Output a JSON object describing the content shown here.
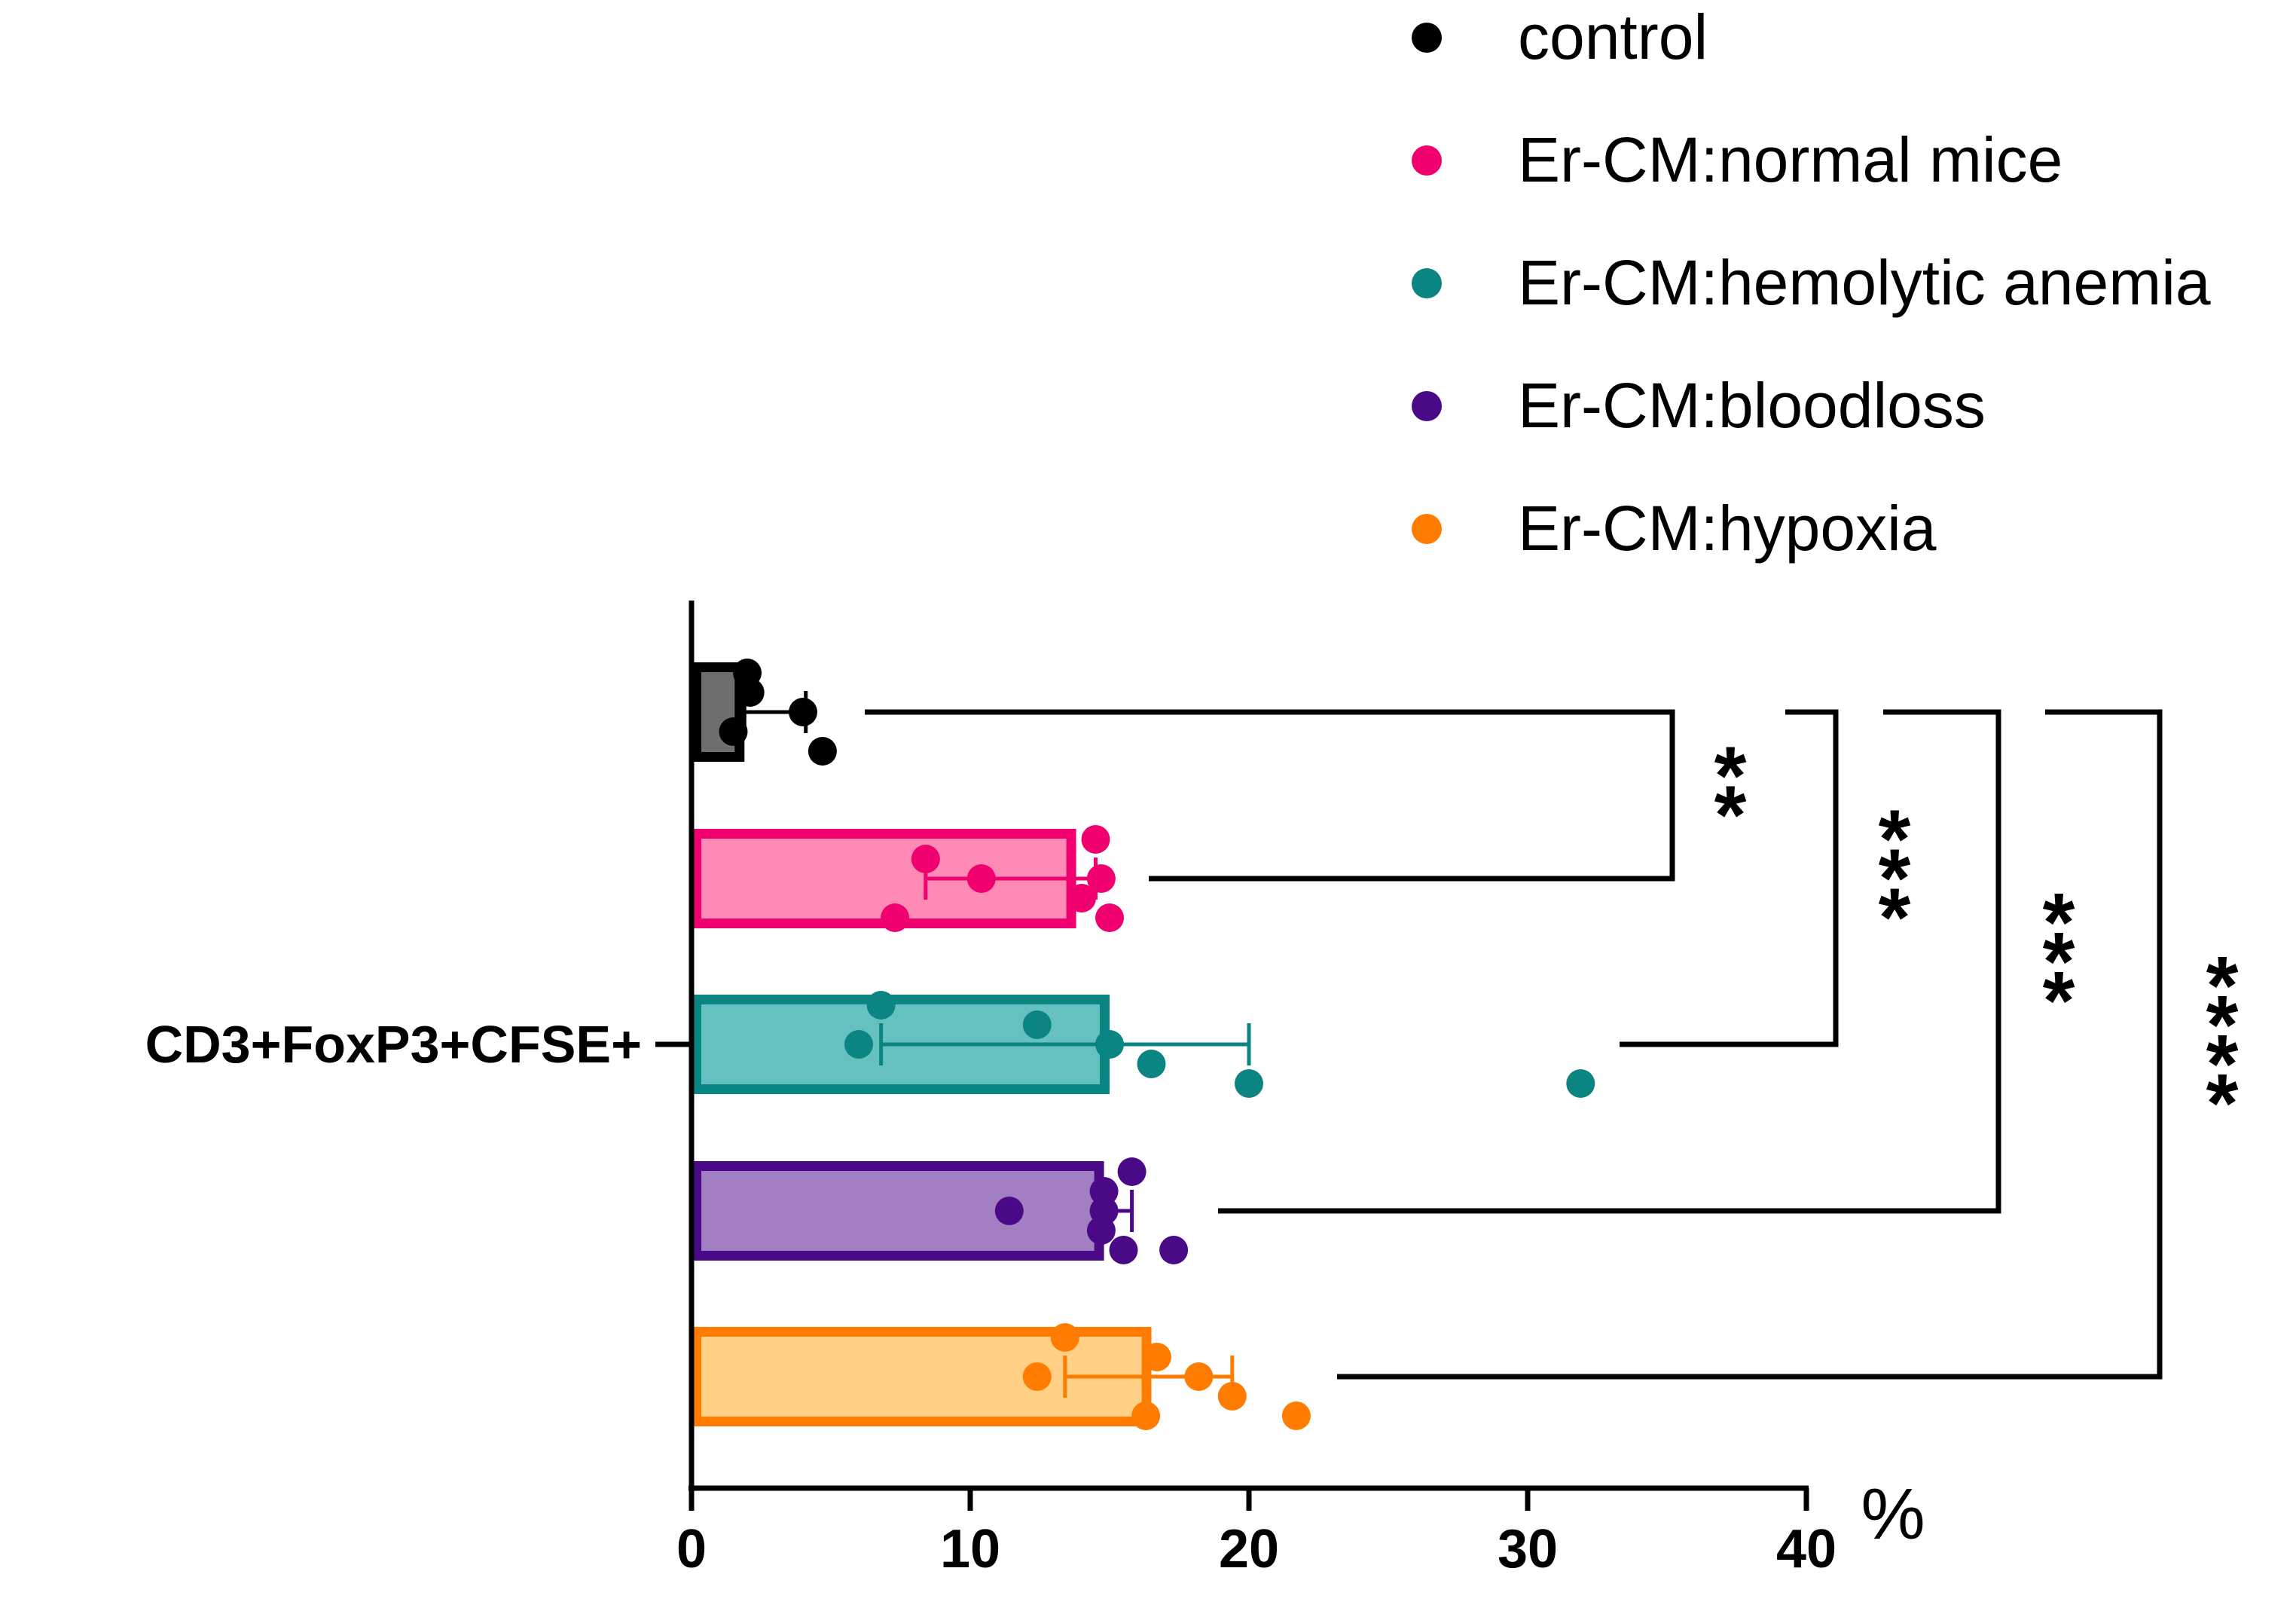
{
  "chart_data": {
    "type": "bar",
    "orientation": "horizontal",
    "category": "CD3+FoxP3+CFSE+",
    "unit_label": "%",
    "xlim": [
      0,
      40
    ],
    "x_ticks": [
      0,
      10,
      20,
      30,
      40
    ],
    "grid": false,
    "legend_position": "top-right",
    "series": [
      {
        "name": "control",
        "color": "#000000",
        "fill": "#6e6e6e",
        "mean": 1.9,
        "error": [
          1.9,
          4.1
        ],
        "points": [
          2.0,
          2.1,
          4.0,
          1.5,
          4.7
        ]
      },
      {
        "name": "Er-CM:normal mice",
        "color": "#f1006f",
        "fill": "#ff8ab5",
        "mean": 13.8,
        "error": [
          8.4,
          14.5
        ],
        "points": [
          14.5,
          8.4,
          10.4,
          14.0,
          7.3,
          14.7,
          15.0
        ]
      },
      {
        "name": "Er-CM:hemolytic anemia",
        "color": "#0a8582",
        "fill": "#64c1c0",
        "mean": 15.0,
        "error": [
          6.8,
          20.0
        ],
        "points": [
          6.8,
          12.4,
          15.0,
          16.5,
          20.0,
          6.0,
          31.9
        ]
      },
      {
        "name": "Er-CM:bloodloss",
        "color": "#4a0a88",
        "fill": "#a27fc3",
        "mean": 14.8,
        "error": [
          14.8,
          15.8
        ],
        "points": [
          15.8,
          14.8,
          11.4,
          14.7,
          17.3,
          14.8,
          15.5
        ]
      },
      {
        "name": "Er-CM:hypoxia",
        "color": "#ff7c00",
        "fill": "#ffd086",
        "mean": 16.5,
        "error": [
          13.4,
          19.4
        ],
        "points": [
          13.4,
          16.7,
          18.2,
          19.4,
          21.7,
          12.4,
          16.3
        ]
      }
    ],
    "significance": [
      {
        "between": [
          "control",
          "Er-CM:normal mice"
        ],
        "label": "**"
      },
      {
        "between": [
          "control",
          "Er-CM:hemolytic anemia"
        ],
        "label": "***"
      },
      {
        "between": [
          "control",
          "Er-CM:bloodloss"
        ],
        "label": "***"
      },
      {
        "between": [
          "control",
          "Er-CM:hypoxia"
        ],
        "label": "****"
      }
    ]
  }
}
